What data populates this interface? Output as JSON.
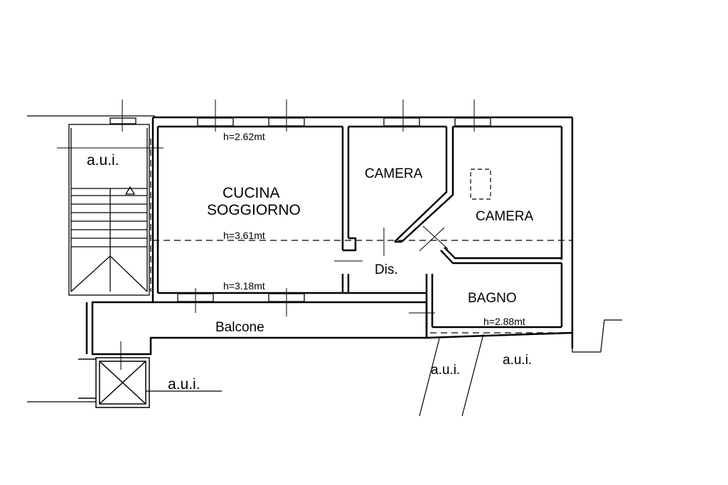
{
  "rooms": {
    "aui_top_left": "a.u.i.",
    "cucina": "CUCINA",
    "soggiorno": "SOGGIORNO",
    "camera_1": "CAMERA",
    "camera_2": "CAMERA",
    "dis": "Dis.",
    "bagno": "BAGNO",
    "balcone": "Balcone",
    "aui_bottom_left": "a.u.i.",
    "aui_bottom_mid": "a.u.i.",
    "aui_bottom_right": "a.u.i."
  },
  "heights": {
    "h_top": "h=2.62mt",
    "h_mid": "h=3.61mt",
    "h_low": "h=3.18mt",
    "h_bagno": "h=2.88mt"
  },
  "colors": {
    "line": "#000000",
    "background": "#ffffff"
  }
}
